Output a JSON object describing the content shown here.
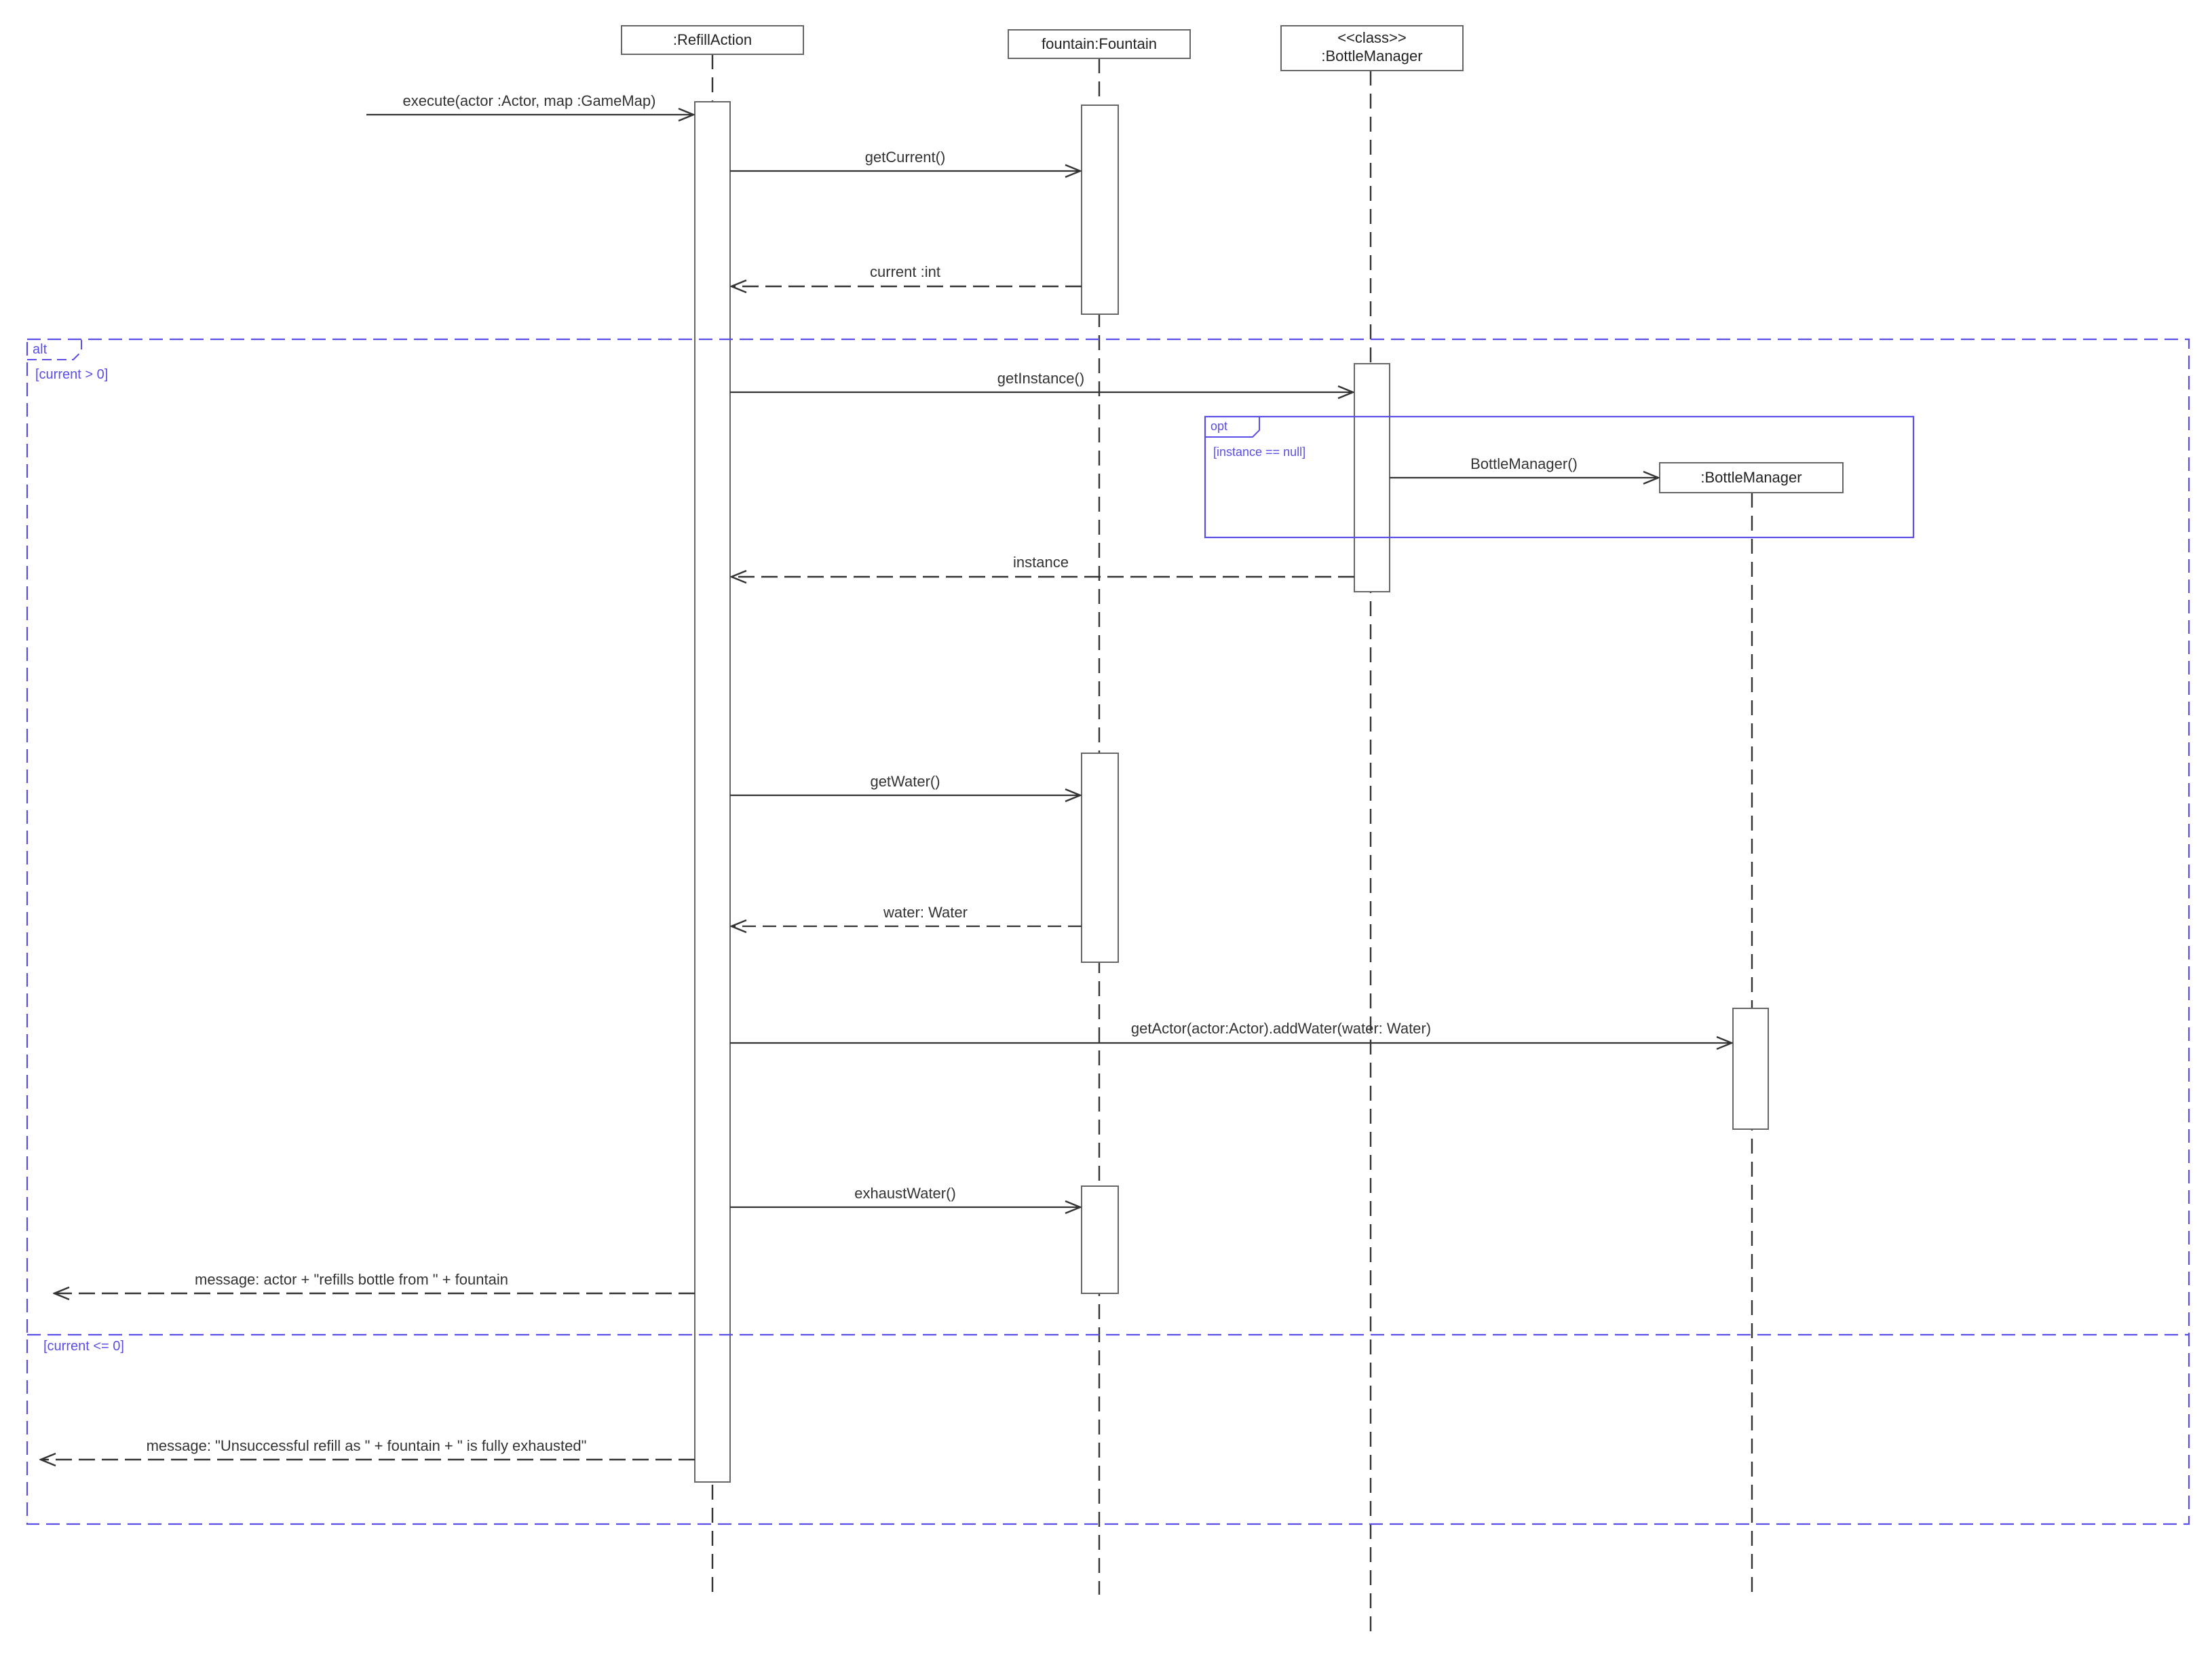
{
  "colors": {
    "line": "#333333",
    "frame": "#5b4ee8",
    "box_stroke": "#666666",
    "background": "#ffffff"
  },
  "participants": [
    {
      "id": "refill",
      "lines": [
        ":RefillAction"
      ]
    },
    {
      "id": "fountain",
      "lines": [
        "fountain:Fountain"
      ]
    },
    {
      "id": "manager",
      "lines": [
        "<<class>>",
        ":BottleManager"
      ]
    }
  ],
  "created_object": {
    "label": ":BottleManager"
  },
  "messages": [
    {
      "id": "m1",
      "label": "execute(actor :Actor, map :GameMap)",
      "kind": "call"
    },
    {
      "id": "m2",
      "label": "getCurrent()",
      "kind": "call"
    },
    {
      "id": "m3",
      "label": "current :int",
      "kind": "return"
    },
    {
      "id": "m4",
      "label": "getInstance()",
      "kind": "call"
    },
    {
      "id": "m5",
      "label": "BottleManager()",
      "kind": "create"
    },
    {
      "id": "m6",
      "label": "instance",
      "kind": "return"
    },
    {
      "id": "m7",
      "label": "getWater()",
      "kind": "call"
    },
    {
      "id": "m8",
      "label": "water: Water",
      "kind": "return"
    },
    {
      "id": "m9",
      "label": "getActor(actor:Actor).addWater(water: Water)",
      "kind": "call"
    },
    {
      "id": "m10",
      "label": "exhaustWater()",
      "kind": "call"
    },
    {
      "id": "m11",
      "label": "message: actor + \"refills bottle from \" + fountain",
      "kind": "return"
    },
    {
      "id": "m12",
      "label": "message: \"Unsuccessful refill as \" + fountain + \" is fully exhausted\"",
      "kind": "return"
    }
  ],
  "fragments": {
    "alt": {
      "keyword": "alt",
      "guard1": "[current > 0]",
      "guard2": "[current <= 0]"
    },
    "opt": {
      "keyword": "opt",
      "guard": "[instance == null]"
    }
  }
}
